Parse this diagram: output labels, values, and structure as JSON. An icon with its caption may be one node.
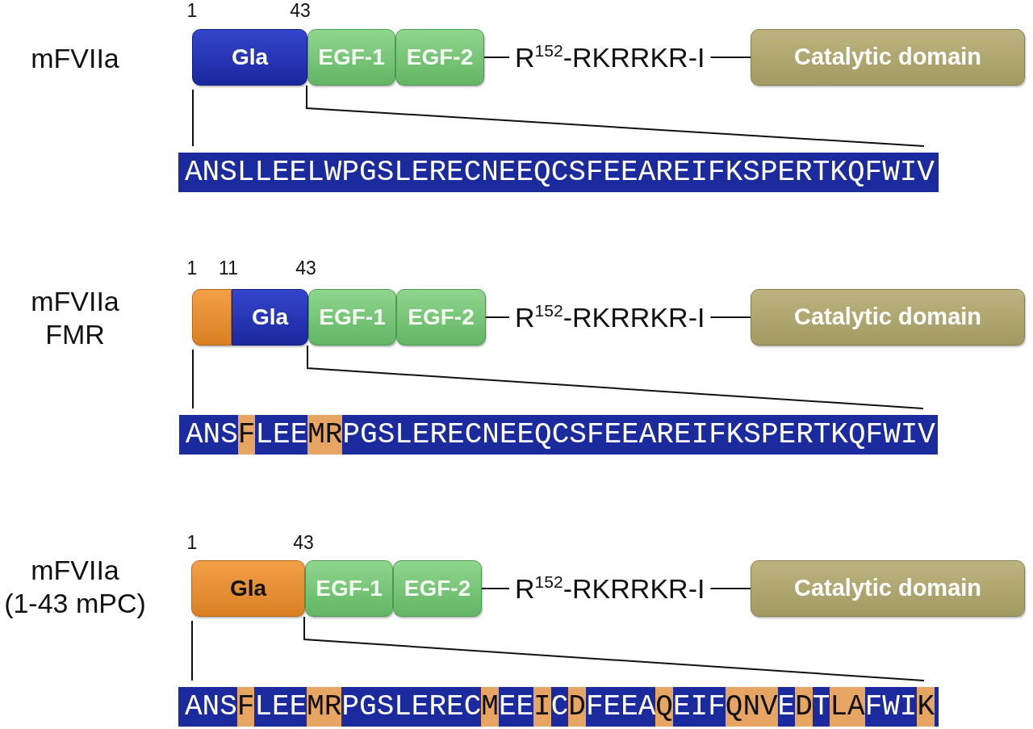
{
  "diagram": {
    "nodes": [
      {
        "text": [
          "Gla"
        ]
      },
      {
        "text": [
          "EGF-1"
        ]
      },
      {
        "text": [
          "EGF-2"
        ]
      },
      {
        "text": [
          "R$^{152}$-RKRRKR-I"
        ]
      },
      {
        "text": [
          "Catalytic domain"
        ]
      },
      {
        "text": [
          "ANSLLEELWPGSLERECNEEQCSFEEAREIFKSPERTKQFWIV"
        ]
      },
      {
        "text": [],
        "shape": "box"
      },
      {
        "text": [
          "Gla"
        ]
      },
      {
        "text": [
          "EGF-1"
        ]
      },
      {
        "text": [
          "EGF-2"
        ]
      },
      {
        "text": [
          "R$^{152}$-RKRRKR-I"
        ]
      },
      {
        "text": [
          "Catalytic domain"
        ]
      },
      {
        "text": [
          "ANSFLEEMRPGSLERECNEEQCSFEEAREIFKSPERTKQFWIV"
        ]
      },
      {
        "text": [
          "Gla"
        ]
      },
      {
        "text": [
          "EGF-1"
        ]
      },
      {
        "text": [
          "EGF-2"
        ]
      },
      {
        "text": [
          "R$^{152}$-RKRRKR-I"
        ]
      },
      {
        "text": [
          "Catalytic domain"
        ]
      },
      {
        "text": [
          "ANSFLEEMRPGSLERECMEEICDFEEAQEIFQNVEDTLAFWIK"
        ]
      }
    ],
    "edges": [
      {
        "from": 2,
        "to": 3,
        "arrow": "none"
      },
      {
        "from": 3,
        "to": 4,
        "arrow": "none"
      },
      {
        "from": 0,
        "to": 5,
        "arrow": "none"
      },
      {
        "from": 0,
        "to": 5,
        "arrow": "none"
      },
      {
        "from": 9,
        "to": 10,
        "arrow": "none"
      },
      {
        "from": 10,
        "to": 11,
        "arrow": "none"
      },
      {
        "from": 6,
        "to": 12,
        "arrow": "none"
      },
      {
        "from": 7,
        "to": 12,
        "arrow": "none"
      },
      {
        "from": 15,
        "to": 16,
        "arrow": "none"
      },
      {
        "from": 16,
        "to": 17,
        "arrow": "none"
      },
      {
        "from": 13,
        "to": 18,
        "arrow": "none"
      },
      {
        "from": 13,
        "to": 18,
        "arrow": "none"
      }
    ],
    "labels": [
      "1",
      "43",
      "mFVIIa",
      "1",
      "11",
      "43",
      "mFVIIa FMR",
      "1",
      "43",
      "mFVIIa (1-43 mPC)"
    ]
  }
}
